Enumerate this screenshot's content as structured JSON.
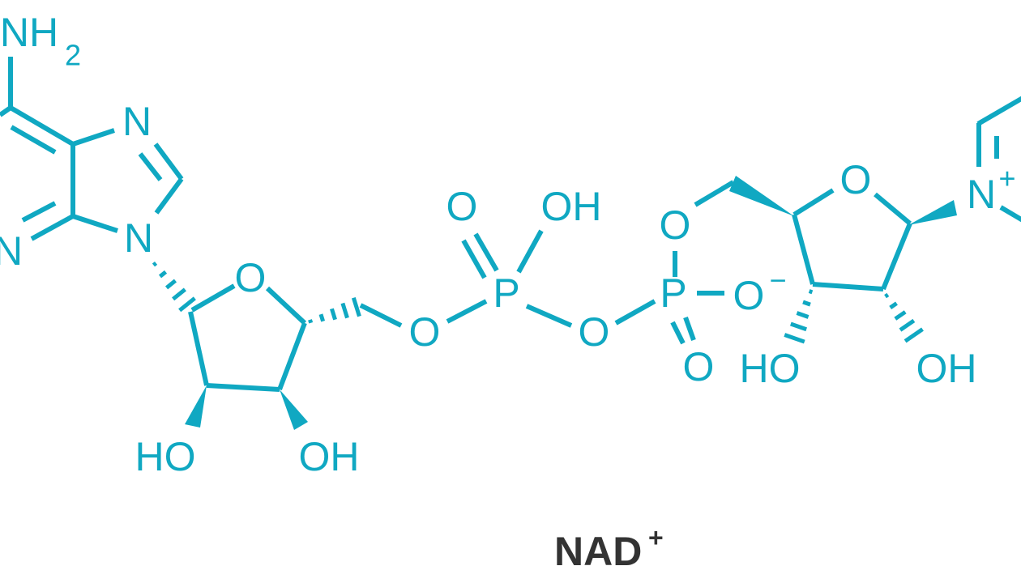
{
  "molecule": {
    "name": "NAD",
    "charge_sup": "+",
    "color": "#10a8c2",
    "atoms": {
      "amine_nh": "NH",
      "amine_sub": "2",
      "n7": "N",
      "n9": "N",
      "n3": "N",
      "ribose1_o": "O",
      "ribose1_ho_left": "HO",
      "ribose1_oh_right": "OH",
      "o5": "O",
      "p1": "P",
      "p1_double_o": "O",
      "p1_oh": "OH",
      "bridge_o": "O",
      "p2": "P",
      "p2_top_o": "O",
      "p2_o_minus": "O",
      "minus_sign": "−",
      "p2_double_o": "O",
      "ribose2_o": "O",
      "ribose2_ho_left": "HO",
      "ribose2_oh_right": "OH",
      "n_plus": "N",
      "plus_sign": "+"
    }
  }
}
